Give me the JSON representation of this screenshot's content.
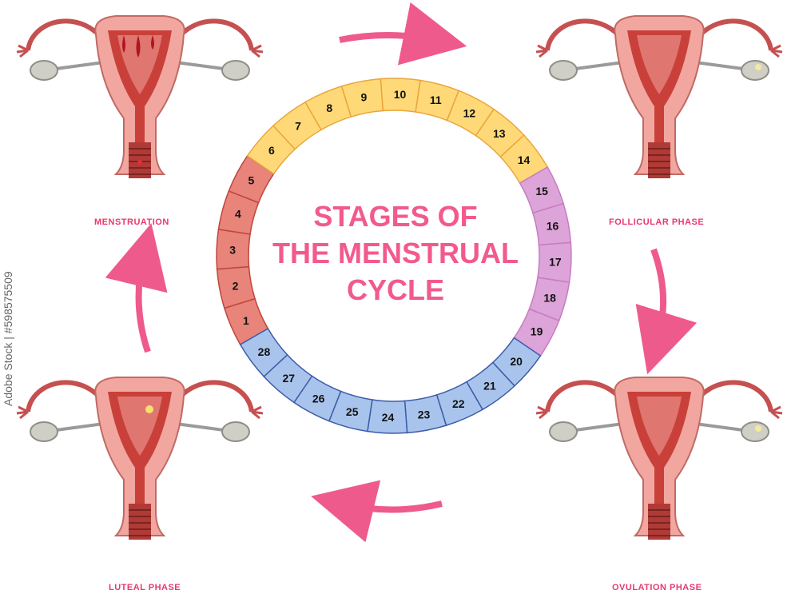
{
  "title": {
    "line1": "STAGES OF",
    "line2": "THE MENSTRUAL",
    "line3": "CYCLE"
  },
  "phases": {
    "menstruation": "MENSTRUATION",
    "follicular": "FOLLICULAR PHASE",
    "ovulation": "OVULATION PHASE",
    "luteal": "LUTEAL PHASE"
  },
  "watermark": "Adobe Stock | #598575509",
  "cycle": {
    "days": [
      "1",
      "2",
      "3",
      "4",
      "5",
      "6",
      "7",
      "8",
      "9",
      "10",
      "11",
      "12",
      "13",
      "14",
      "15",
      "16",
      "17",
      "18",
      "19",
      "20",
      "21",
      "22",
      "23",
      "24",
      "25",
      "26",
      "27",
      "28"
    ],
    "colors": {
      "menstruation": "#e8847a",
      "follicular": "#ffd978",
      "ovulation": "#dca4d8",
      "luteal": "#a9c4ec"
    },
    "borders": {
      "menstruation": "#c0463c",
      "follicular": "#e9a63c",
      "ovulation": "#c87cc0",
      "luteal": "#3c5ca8"
    }
  },
  "colors": {
    "arrow": "#ef5a8c",
    "uterus_outer": "#f2a6a0",
    "uterus_inner": "#c9403a",
    "tube": "#c65050",
    "ovary": "#cfcfc6",
    "accent": "#e63a6e"
  }
}
